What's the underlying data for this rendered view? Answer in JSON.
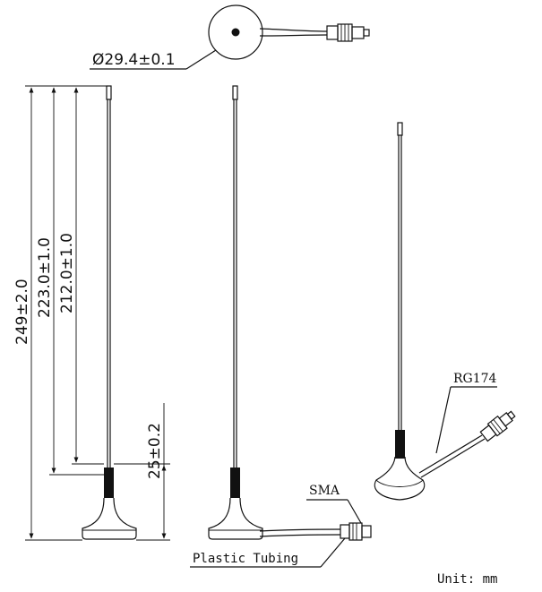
{
  "dimensions": {
    "base_diameter": "Ø29.4±0.1",
    "total_height": "249±2.0",
    "height_223": "223.0±1.0",
    "height_212": "212.0±1.0",
    "base_height": "25±0.2"
  },
  "labels": {
    "cable": "RG174",
    "connector": "SMA",
    "tubing": "Plastic Tubing",
    "unit": "Unit: mm"
  }
}
